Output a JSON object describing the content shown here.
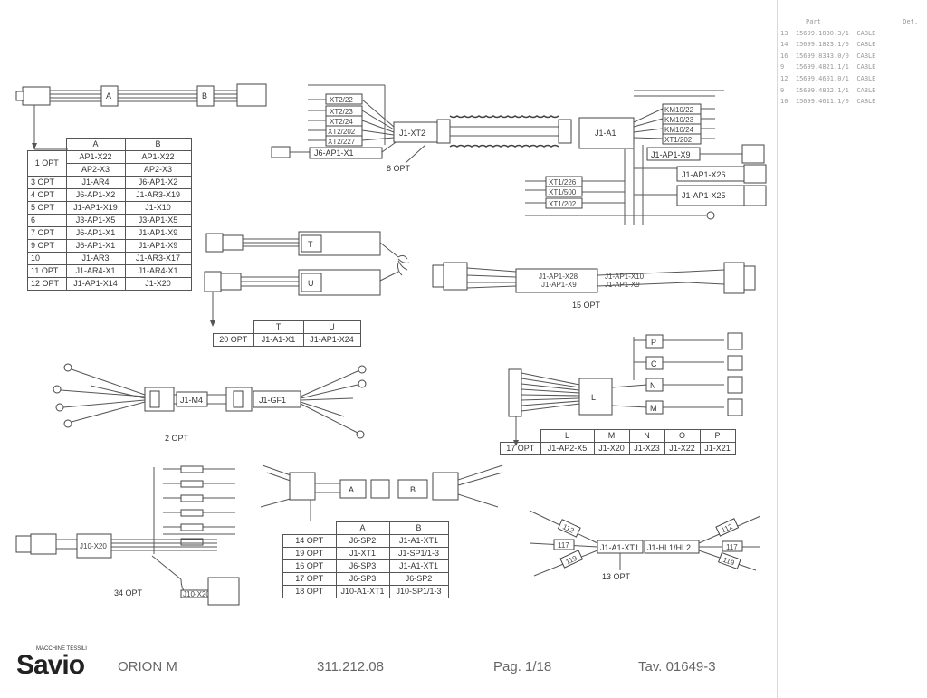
{
  "header_list": {
    "col1": "Part",
    "col2": "Det.",
    "rows": [
      {
        "n": "13",
        "code": "15699.1830.3/1",
        "desc": "CABLE"
      },
      {
        "n": "14",
        "code": "15699.1823.1/0",
        "desc": "CABLE"
      },
      {
        "n": "16",
        "code": "15699.8343.0/0",
        "desc": "CABLE"
      },
      {
        "n": "9",
        "code": "15699.4821.1/1",
        "desc": "CABLE"
      },
      {
        "n": "12",
        "code": "15699.4601.0/1",
        "desc": "CABLE"
      },
      {
        "n": "9",
        "code": "15699.4822.1/1",
        "desc": "CABLE"
      },
      {
        "n": "10",
        "code": "15699.4611.1/0",
        "desc": "CABLE"
      }
    ]
  },
  "table_ab": {
    "headers": [
      "",
      "A",
      "B"
    ],
    "rows": [
      [
        "1 OPT",
        "AP1-X22",
        "AP1-X22"
      ],
      [
        "",
        "AP2-X3",
        "AP2-X3"
      ],
      [
        "3 OPT",
        "J1-AR4",
        "J6-AP1-X2"
      ],
      [
        "4 OPT",
        "J6-AP1-X2",
        "J1-AR3-X19"
      ],
      [
        "5 OPT",
        "J1-AP1-X19",
        "J1-X10"
      ],
      [
        "6",
        "J3-AP1-X5",
        "J3-AP1-X5"
      ],
      [
        "7 OPT",
        "J6-AP1-X1",
        "J1-AP1-X9"
      ],
      [
        "9 OPT",
        "J6-AP1-X1",
        "J1-AP1-X9"
      ],
      [
        "10",
        "J1-AR3",
        "J1-AR3-X17"
      ],
      [
        "11 OPT",
        "J1-AR4-X1",
        "J1-AR4-X1"
      ],
      [
        "12 OPT",
        "J1-AP1-X14",
        "J1-X20"
      ]
    ]
  },
  "harness_ab": {
    "a": "A",
    "b": "B"
  },
  "harness_8": {
    "left_tags": [
      "XT2/22",
      "XT2/23",
      "XT2/24",
      "XT2/202",
      "XT2/227"
    ],
    "j6": "J6-AP1-X1",
    "center": "J1-XT2",
    "right_center": "J1-A1",
    "right_tags": [
      "KM10/22",
      "KM10/23",
      "KM10/24",
      "XT1/202"
    ],
    "caption": "8 OPT",
    "ap1_x9": "J1-AP1-X9",
    "ap1_x26": "J1-AP1-X26",
    "ap1_x25": "J1-AP1-X25",
    "xt1_tags": [
      "XT1/226",
      "XT1/500",
      "XT1/202"
    ]
  },
  "harness_tu": {
    "t": "T",
    "u": "U",
    "table_headers": [
      "",
      "T",
      "U"
    ],
    "table_row": [
      "20 OPT",
      "J1-A1-X1",
      "J1-AP1-X24"
    ]
  },
  "harness_15": {
    "tag1": "J1-AP1-X28",
    "tag1b": "J1-AP1-X9",
    "tag2": "J1-AP1-X10",
    "tag2b": "J1-AP1-X9",
    "caption": "15 OPT"
  },
  "harness_2": {
    "m4": "J1-M4",
    "gf1": "J1-GF1",
    "caption": "2 OPT"
  },
  "harness_17": {
    "l": "L",
    "m": "M",
    "n": "N",
    "c": "C",
    "p": "P",
    "table_headers": [
      "",
      "L",
      "M",
      "N",
      "O",
      "P"
    ],
    "table_row": [
      "17 OPT",
      "J1-AP2-X5",
      "J1-X20",
      "J1-X23",
      "J1-X22",
      "J1-X21"
    ]
  },
  "harness_34": {
    "center": "J10-X20",
    "caption": "34 OPT",
    "end": "J10-X20"
  },
  "harness_ab2": {
    "a": "A",
    "b": "B",
    "table_headers": [
      "",
      "A",
      "B"
    ],
    "rows": [
      [
        "14 OPT",
        "J6-SP2",
        "J1-A1-XT1"
      ],
      [
        "19 OPT",
        "J1-XT1",
        "J1-SP1/1-3"
      ],
      [
        "16 OPT",
        "J6-SP3",
        "J1-A1-XT1"
      ],
      [
        "17 OPT",
        "J6-SP3",
        "J6-SP2"
      ],
      [
        "18 OPT",
        "J10-A1-XT1",
        "J10-SP1/1-3"
      ]
    ]
  },
  "harness_13": {
    "center": "J1-A1-XT1",
    "right": "J1-HL1/HL2",
    "tags_left": [
      "112",
      "117",
      "119"
    ],
    "tags_right": [
      "112",
      "117",
      "119"
    ],
    "caption": "13 OPT"
  },
  "footer": {
    "brand_top": "MACCHINE TESSILI",
    "brand": "Savio",
    "model": "ORION M",
    "code": "311.212.08",
    "page": "Pag. 1/18",
    "tav": "Tav. 01649-3"
  }
}
